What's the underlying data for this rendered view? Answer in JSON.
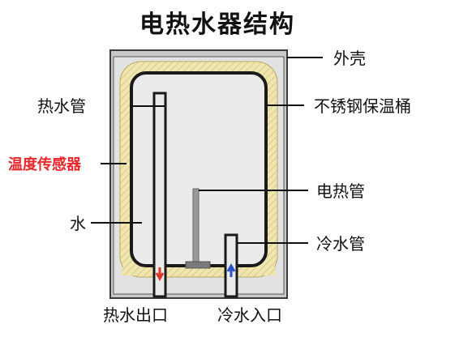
{
  "title": "电热水器结构",
  "labels": {
    "outer_shell": "外壳",
    "stainless_tank": "不锈钢保温桶",
    "heating_tube": "电热管",
    "cold_water_tube": "冷水管",
    "hot_water_tube": "热水管",
    "temperature_sensor": "温度传感器",
    "water": "水",
    "hot_water_outlet": "热水出口",
    "cold_water_inlet": "冷水入口"
  },
  "colors": {
    "shell": "#c9c9c9",
    "insulation": "#f0e6b0",
    "tank_wall": "#1a1a1a",
    "water": "#ebebeb",
    "sensor_label": "#e8262b",
    "hot_arrow": "#d93a2b",
    "cold_arrow": "#2a52c9"
  }
}
